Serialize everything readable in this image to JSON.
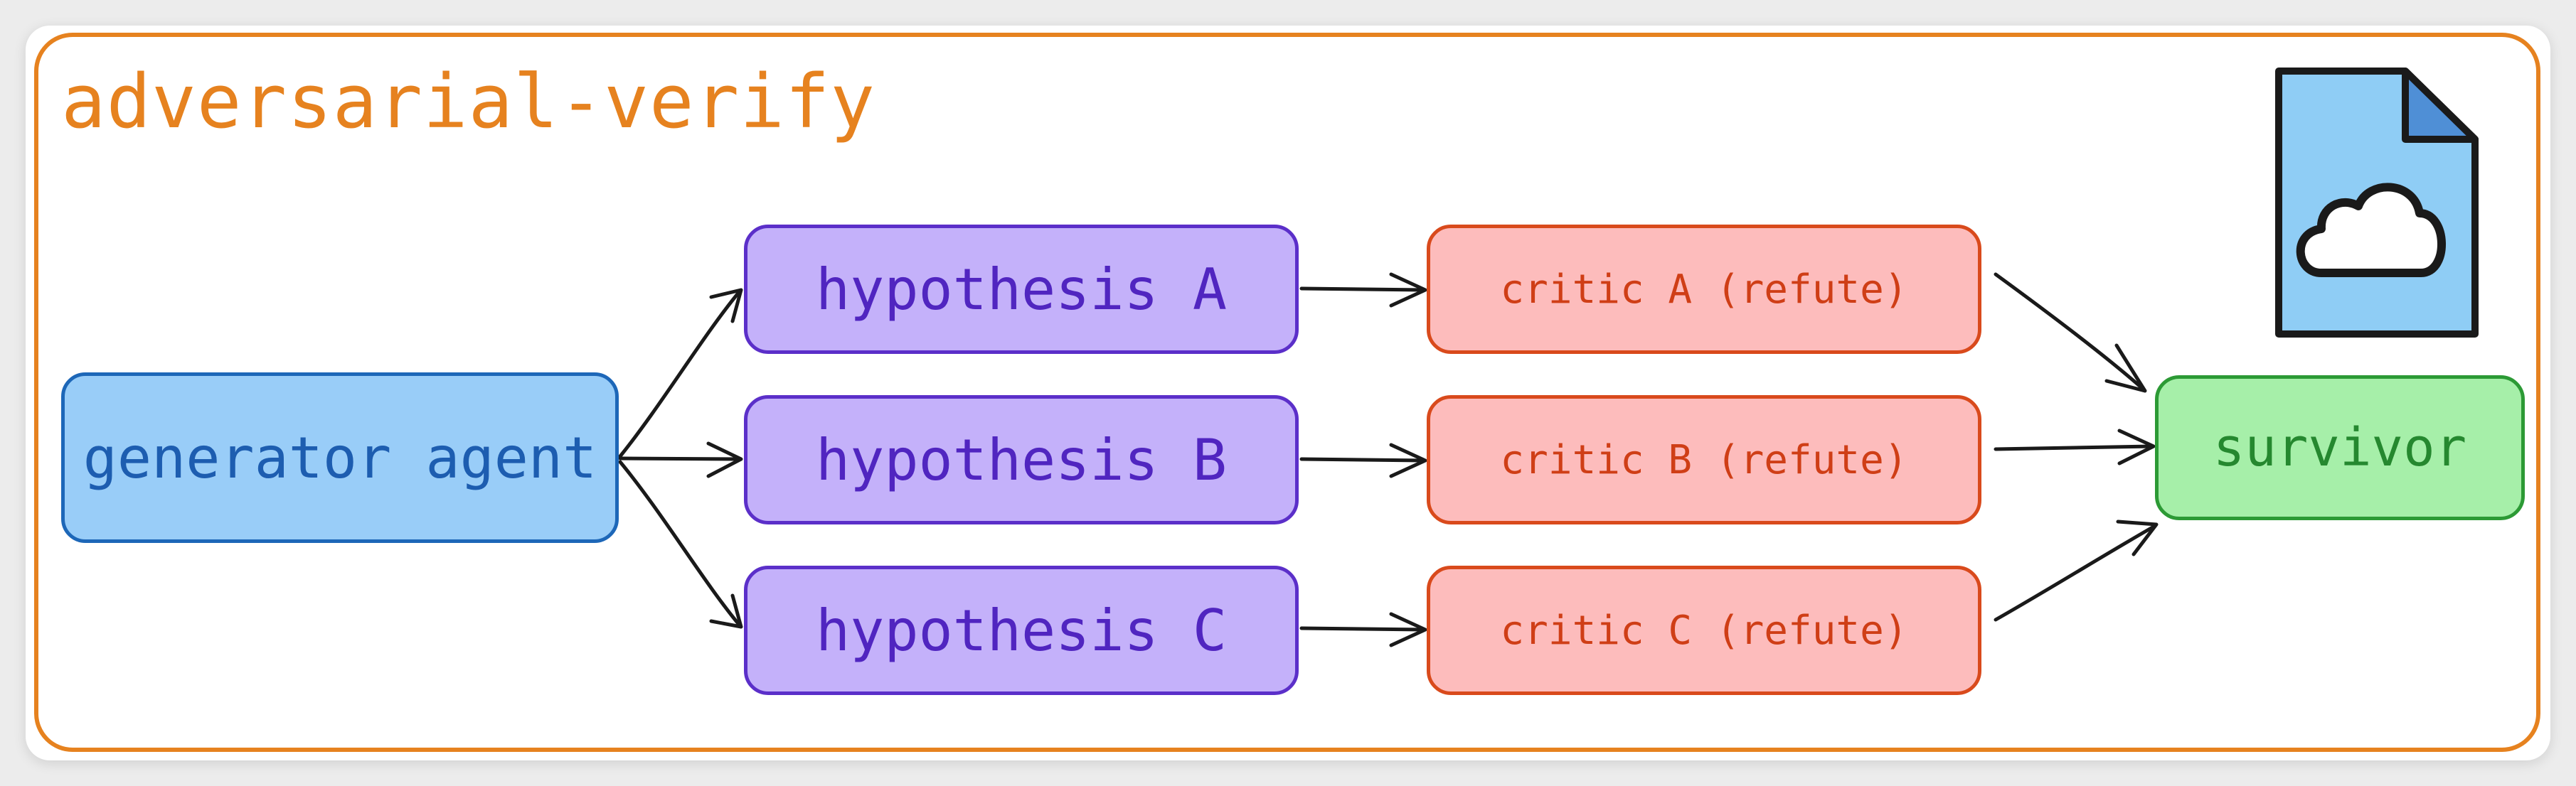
{
  "diagram": {
    "title": "adversarial-verify",
    "nodes": {
      "generator": "generator agent",
      "hypothesis_a": "hypothesis A",
      "hypothesis_b": "hypothesis B",
      "hypothesis_c": "hypothesis C",
      "critic_a": "critic A (refute)",
      "critic_b": "critic B (refute)",
      "critic_c": "critic C (refute)",
      "survivor": "survivor"
    },
    "edges": [
      {
        "from": "generator agent",
        "to": "hypothesis A"
      },
      {
        "from": "generator agent",
        "to": "hypothesis B"
      },
      {
        "from": "generator agent",
        "to": "hypothesis C"
      },
      {
        "from": "hypothesis A",
        "to": "critic A (refute)"
      },
      {
        "from": "hypothesis B",
        "to": "critic B (refute)"
      },
      {
        "from": "hypothesis C",
        "to": "critic C (refute)"
      },
      {
        "from": "critic A (refute)",
        "to": "survivor"
      },
      {
        "from": "critic B (refute)",
        "to": "survivor"
      },
      {
        "from": "critic C (refute)",
        "to": "survivor"
      }
    ],
    "icon": "cloud-document-icon",
    "colors": {
      "frame": "#e6821f",
      "generator_fill": "#99cdf8",
      "generator_stroke": "#1d67b8",
      "hypothesis_fill": "#c4b1fa",
      "hypothesis_stroke": "#5b2fc9",
      "critic_fill": "#fdbcbc",
      "critic_stroke": "#d94a1c",
      "survivor_fill": "#a6efa9",
      "survivor_stroke": "#2c9a35",
      "icon_fill": "#8fcdf5"
    }
  }
}
